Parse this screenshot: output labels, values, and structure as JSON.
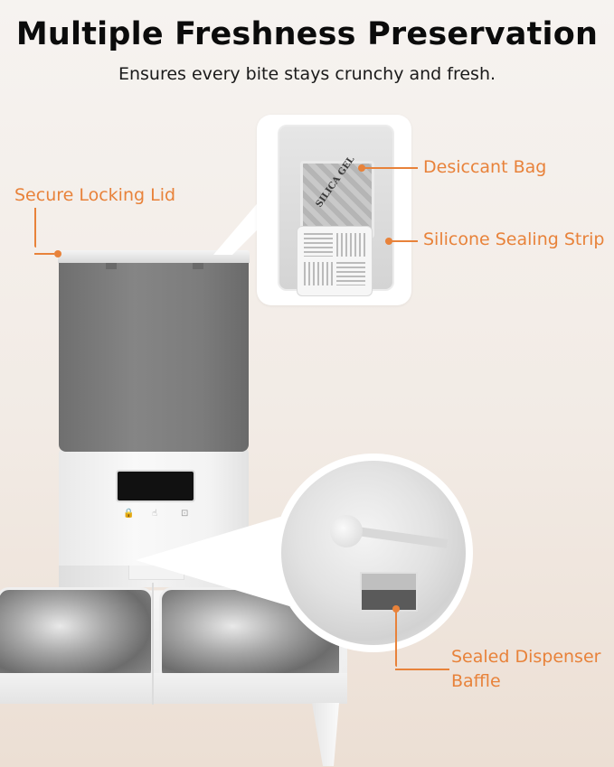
{
  "header": {
    "title": "Multiple Freshness Preservation",
    "subtitle": "Ensures every bite stays crunchy and fresh."
  },
  "callouts": [
    {
      "id": "secure-locking-lid",
      "label": "Secure Locking Lid"
    },
    {
      "id": "desiccant-bag",
      "label": "Desiccant Bag"
    },
    {
      "id": "silicone-sealing-strip",
      "label": "Silicone Sealing Strip"
    },
    {
      "id": "sealed-dispenser-baffle",
      "label_line1": "Sealed Dispenser",
      "label_line2": "Baffle"
    }
  ],
  "product": {
    "name": "automatic pet feeder",
    "control_panel_icons": [
      "lock-icon",
      "hand-icon",
      "feed-icon"
    ],
    "control_panel_glyphs": [
      "🔒",
      "☝",
      "⊡"
    ],
    "desiccant_print": "SILICA GEL"
  },
  "colors": {
    "accent": "#e8823a",
    "title": "#0b0b0b",
    "hopper_gray": "#7c7c7c",
    "background": "#f2ebe5"
  }
}
